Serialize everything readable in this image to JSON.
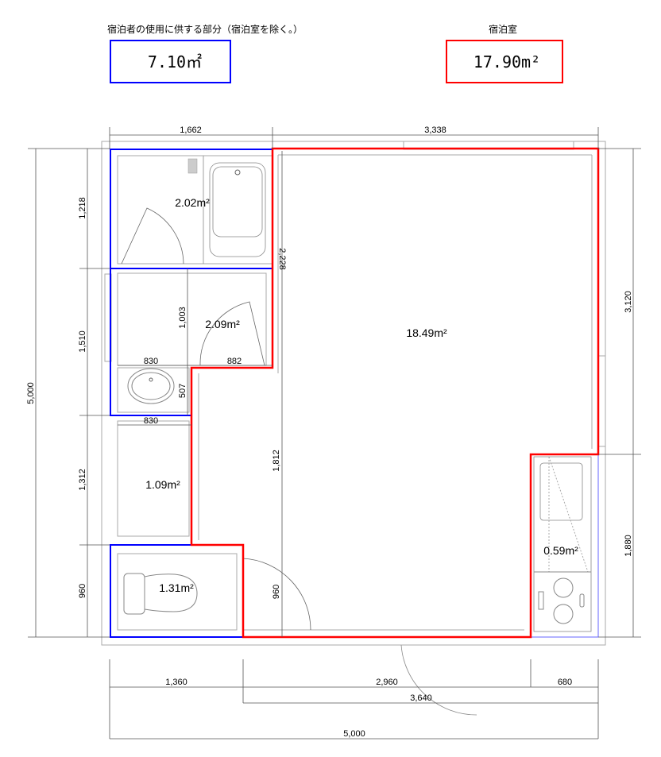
{
  "header": {
    "common_label": "宿泊者の使用に供する部分（宿泊室を除く。）",
    "common_area": "7.10㎡",
    "room_label": "宿泊室",
    "room_area": "17.90m²"
  },
  "colors": {
    "common": "#0000ff",
    "room": "#ff0000",
    "wall": "#aaaaaa"
  },
  "areas": {
    "bath": "2.02m²",
    "washroom": "2.09m²",
    "room": "18.49m²",
    "hall": "1.09m²",
    "toilet": "1.31m²",
    "kitchen": "0.59m²"
  },
  "dimensions": {
    "top_left": "1,662",
    "top_right": "3,338",
    "left_total": "5,000",
    "left_1": "1,218",
    "left_2": "1,510",
    "left_3": "1,312",
    "left_4": "960",
    "right_1": "3,120",
    "right_2": "1,880",
    "bottom_1": "1,360",
    "bottom_2": "2,960",
    "bottom_3": "680",
    "bottom_mid": "3,640",
    "bottom_total": "5,000",
    "inner_bath_wall": "2,228",
    "inner_wash_h": "1,003",
    "inner_wash_w1": "830",
    "inner_wash_w2": "882",
    "inner_sink_h": "507",
    "inner_hall_w": "830",
    "inner_hall_h": "1,812",
    "inner_entry_h": "960"
  }
}
